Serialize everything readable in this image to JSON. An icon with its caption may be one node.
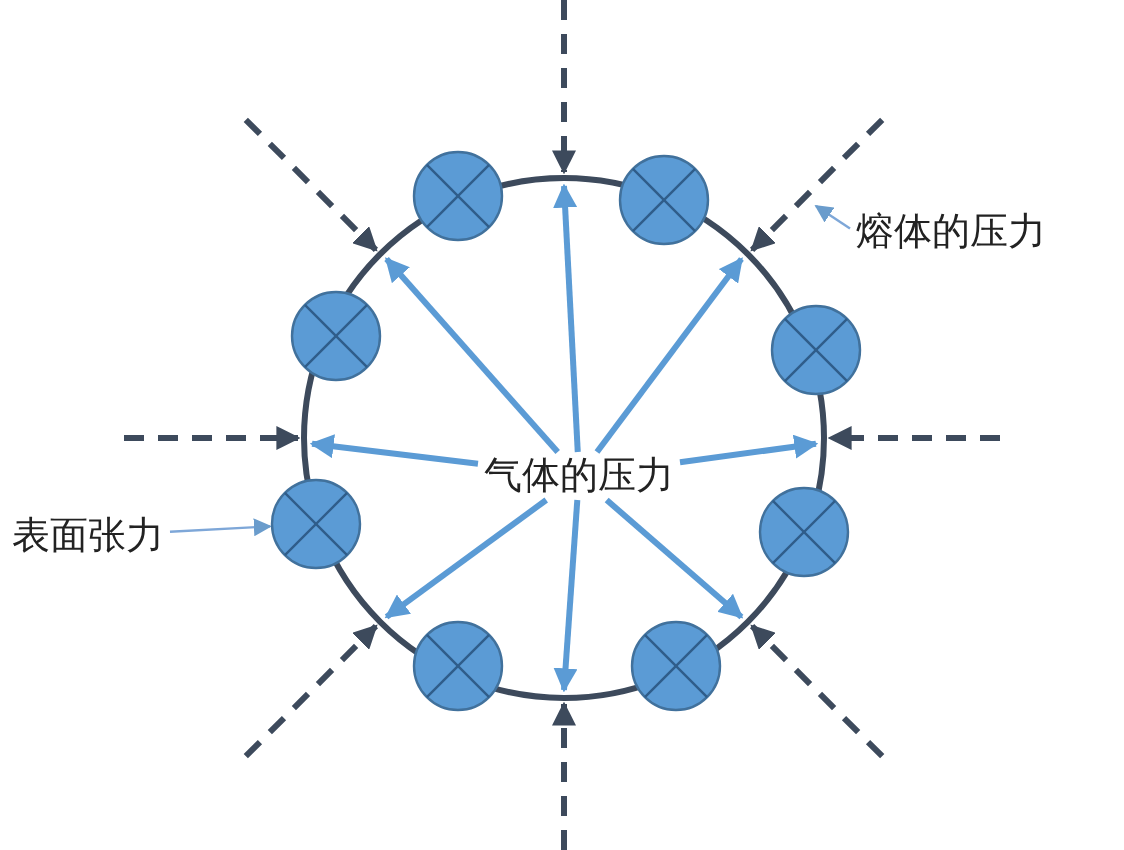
{
  "diagram": {
    "nodes": [
      {
        "text": [
          "熔体的压力"
        ]
      },
      {
        "text": [
          "气体的压力"
        ],
        "in": 3
      },
      {
        "text": [
          "表面张力"
        ]
      },
      {
        "text": [],
        "shape": "circle"
      },
      {
        "text": [],
        "shape": "circle"
      },
      {
        "text": [],
        "shape": "circle"
      },
      {
        "text": [],
        "shape": "circle"
      },
      {
        "text": [],
        "shape": "circle"
      },
      {
        "text": [],
        "shape": "circle"
      },
      {
        "text": [],
        "shape": "circle"
      },
      {
        "text": [],
        "shape": "circle"
      },
      {
        "text": [],
        "shape": "circle"
      }
    ],
    "edges": [
      {
        "from": 0,
        "to": null,
        "arrow": "to",
        "color": "#7ea7d8"
      },
      {
        "from": 2,
        "to": 8,
        "arrow": "to",
        "color": "#7ea7d8"
      },
      {
        "from": 1,
        "to": 3,
        "arrow": "to"
      },
      {
        "from": 1,
        "to": 3,
        "arrow": "to"
      },
      {
        "from": 1,
        "to": 3,
        "arrow": "to"
      },
      {
        "from": 1,
        "to": 3,
        "arrow": "to"
      },
      {
        "from": 1,
        "to": 3,
        "arrow": "to"
      },
      {
        "from": 1,
        "to": 3,
        "arrow": "to"
      },
      {
        "from": 1,
        "to": 3,
        "arrow": "to"
      },
      {
        "from": 1,
        "to": 3,
        "arrow": "to"
      }
    ]
  }
}
